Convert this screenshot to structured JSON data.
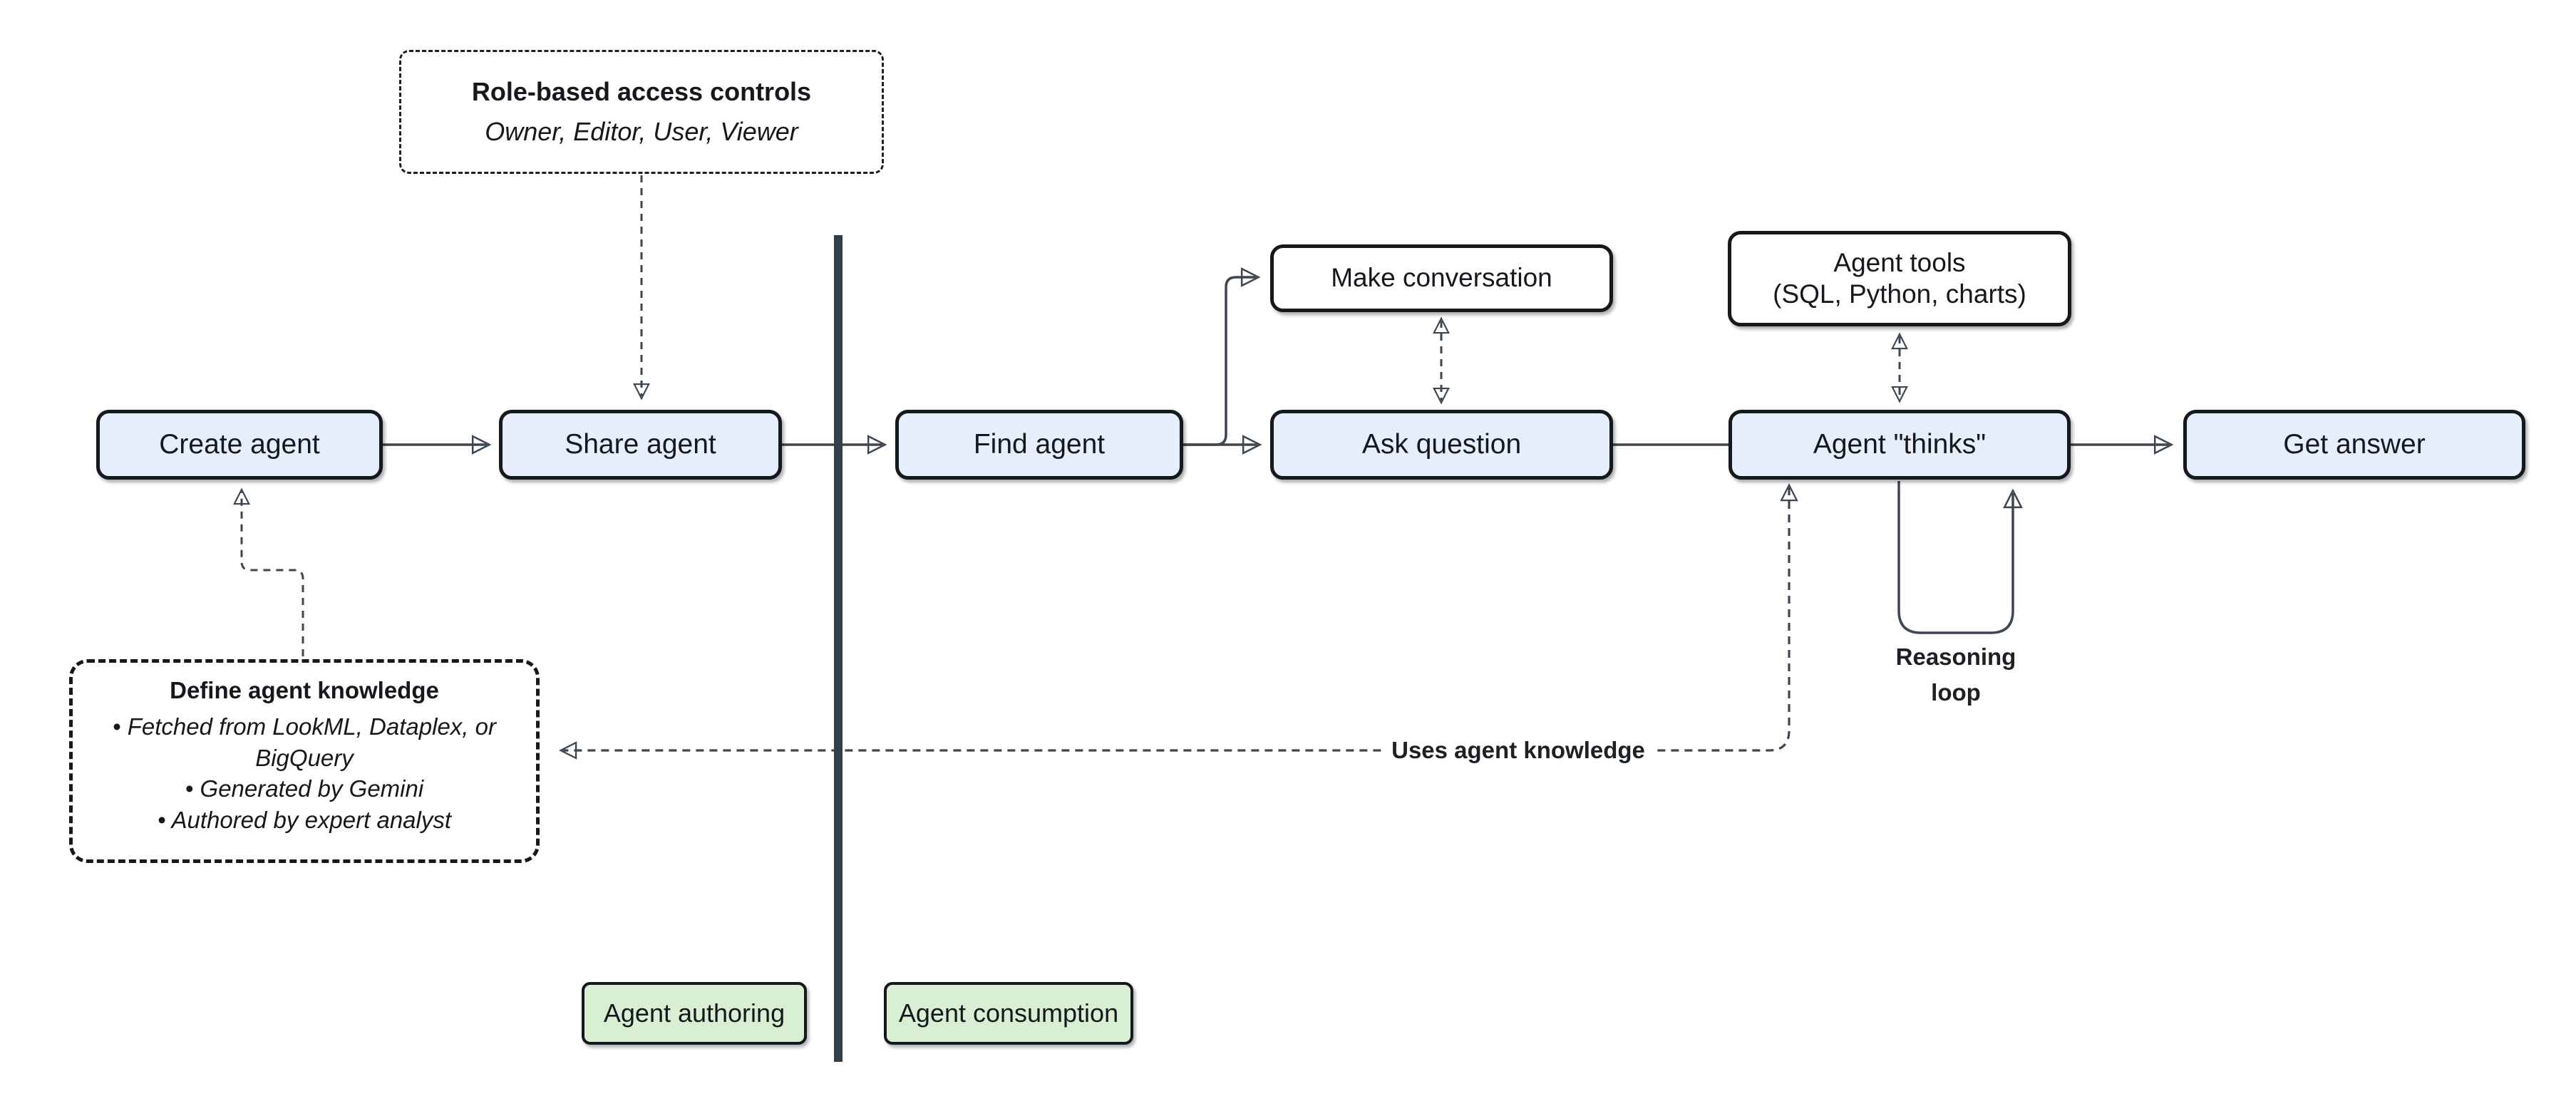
{
  "diagram": {
    "nodes": {
      "create_agent": {
        "label": "Create agent"
      },
      "share_agent": {
        "label": "Share agent"
      },
      "find_agent": {
        "label": "Find agent"
      },
      "make_conversation": {
        "label": "Make conversation"
      },
      "ask_question": {
        "label": "Ask question"
      },
      "agent_tools": {
        "label": "Agent tools",
        "sublabel": "(SQL, Python, charts)"
      },
      "agent_thinks": {
        "label": "Agent \"thinks\""
      },
      "get_answer": {
        "label": "Get answer"
      }
    },
    "notes": {
      "rbac": {
        "title": "Role-based access controls",
        "subtitle": "Owner, Editor, User, Viewer"
      },
      "knowledge": {
        "title": "Define agent knowledge",
        "bullets": [
          "Fetched from LookML, Dataplex, or BigQuery",
          "Generated by Gemini",
          "Authored by expert analyst"
        ]
      }
    },
    "edge_labels": {
      "uses_knowledge": "Uses agent knowledge",
      "reasoning_loop": "Reasoning loop"
    },
    "zones": {
      "authoring": "Agent authoring",
      "consumption": "Agent consumption"
    },
    "colors": {
      "node_fill_blue": "#e7eefb",
      "node_fill_white": "#ffffff",
      "zone_fill_green": "#d9efd4",
      "node_border": "#15181c",
      "connector": "#3d4651",
      "divider": "#333e4a",
      "text": "#15181c"
    }
  }
}
